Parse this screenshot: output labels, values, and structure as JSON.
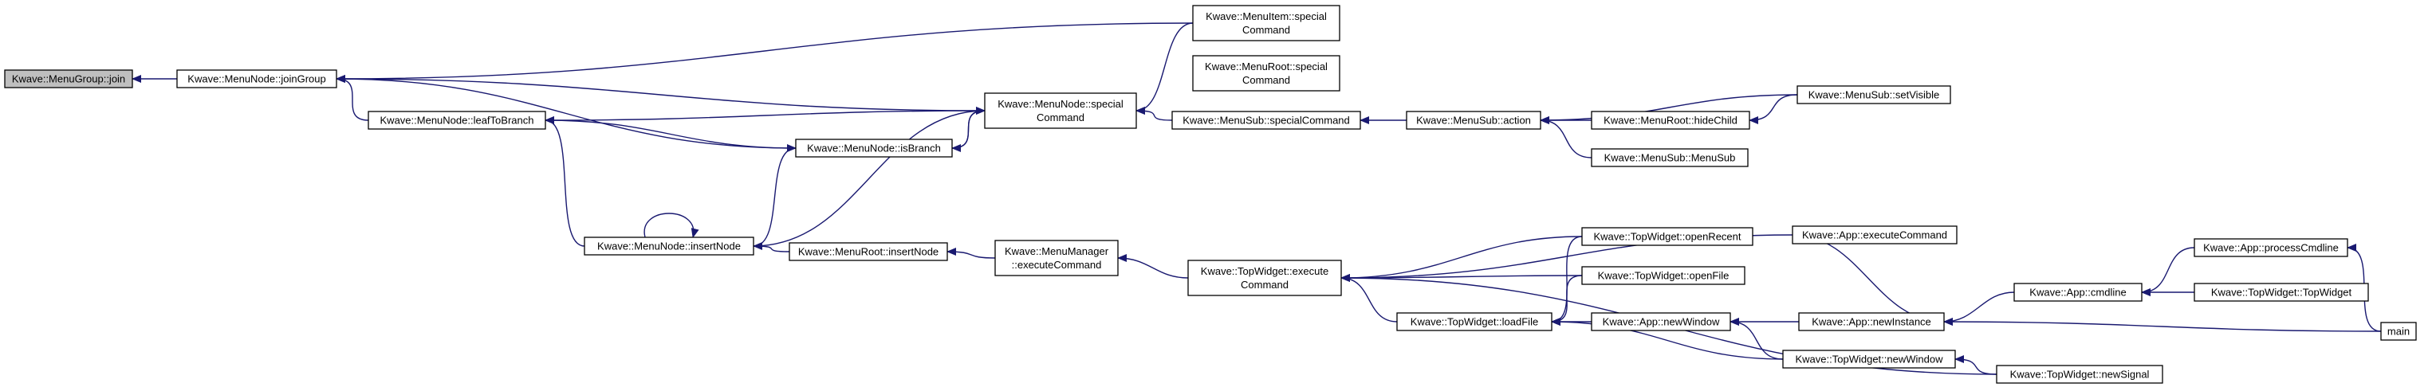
{
  "nodes": [
    {
      "id": "join",
      "lines": [
        "Kwave::MenuGroup::join"
      ],
      "root": true
    },
    {
      "id": "joinGroup",
      "lines": [
        "Kwave::MenuNode::joinGroup"
      ]
    },
    {
      "id": "leafToBranch",
      "lines": [
        "Kwave::MenuNode::leafToBranch"
      ]
    },
    {
      "id": "isBranch",
      "lines": [
        "Kwave::MenuNode::isBranch"
      ]
    },
    {
      "id": "insertNode",
      "lines": [
        "Kwave::MenuNode::insertNode"
      ]
    },
    {
      "id": "nodeSpecial",
      "lines": [
        "Kwave::MenuNode::special",
        "Command"
      ]
    },
    {
      "id": "itemSpecial",
      "lines": [
        "Kwave::MenuItem::special",
        "Command"
      ]
    },
    {
      "id": "rootSpecial",
      "lines": [
        "Kwave::MenuRoot::special",
        "Command"
      ]
    },
    {
      "id": "subSpecial",
      "lines": [
        "Kwave::MenuSub::specialCommand"
      ]
    },
    {
      "id": "subAction",
      "lines": [
        "Kwave::MenuSub::action"
      ]
    },
    {
      "id": "hideChild",
      "lines": [
        "Kwave::MenuRoot::hideChild"
      ]
    },
    {
      "id": "subMenuSub",
      "lines": [
        "Kwave::MenuSub::MenuSub"
      ]
    },
    {
      "id": "setVisible",
      "lines": [
        "Kwave::MenuSub::setVisible"
      ]
    },
    {
      "id": "rootInsert",
      "lines": [
        "Kwave::MenuRoot::insertNode"
      ]
    },
    {
      "id": "mmExec",
      "lines": [
        "Kwave::MenuManager",
        "::executeCommand"
      ]
    },
    {
      "id": "twExec",
      "lines": [
        "Kwave::TopWidget::execute",
        "Command"
      ]
    },
    {
      "id": "loadFile",
      "lines": [
        "Kwave::TopWidget::loadFile"
      ]
    },
    {
      "id": "openRecent",
      "lines": [
        "Kwave::TopWidget::openRecent"
      ]
    },
    {
      "id": "openFile",
      "lines": [
        "Kwave::TopWidget::openFile"
      ]
    },
    {
      "id": "appExec",
      "lines": [
        "Kwave::App::executeCommand"
      ]
    },
    {
      "id": "appNewWindow",
      "lines": [
        "Kwave::App::newWindow"
      ]
    },
    {
      "id": "twNewWindow",
      "lines": [
        "Kwave::TopWidget::newWindow"
      ]
    },
    {
      "id": "newInstance",
      "lines": [
        "Kwave::App::newInstance"
      ]
    },
    {
      "id": "cmdline",
      "lines": [
        "Kwave::App::cmdline"
      ]
    },
    {
      "id": "processCmdline",
      "lines": [
        "Kwave::App::processCmdline"
      ]
    },
    {
      "id": "twTopWidget",
      "lines": [
        "Kwave::TopWidget::TopWidget"
      ]
    },
    {
      "id": "newSignal",
      "lines": [
        "Kwave::TopWidget::newSignal"
      ]
    },
    {
      "id": "main",
      "lines": [
        "main"
      ]
    }
  ],
  "edges": [
    {
      "from": "joinGroup",
      "to": "join"
    },
    {
      "from": "leafToBranch",
      "to": "joinGroup"
    },
    {
      "from": "nodeSpecial",
      "to": "joinGroup"
    },
    {
      "from": "itemSpecial",
      "to": "joinGroup"
    },
    {
      "from": "isBranch",
      "to": "joinGroup"
    },
    {
      "from": "nodeSpecial",
      "to": "leafToBranch"
    },
    {
      "from": "isBranch",
      "to": "leafToBranch"
    },
    {
      "from": "insertNode",
      "to": "leafToBranch"
    },
    {
      "from": "nodeSpecial",
      "to": "isBranch"
    },
    {
      "from": "insertNode",
      "to": "isBranch"
    },
    {
      "from": "insertNode",
      "to": "insertNode"
    },
    {
      "from": "rootInsert",
      "to": "insertNode"
    },
    {
      "from": "itemSpecial",
      "to": "nodeSpecial"
    },
    {
      "from": "subSpecial",
      "to": "nodeSpecial"
    },
    {
      "from": "isBranch",
      "to": "nodeSpecial"
    },
    {
      "from": "insertNode",
      "to": "nodeSpecial"
    },
    {
      "from": "subAction",
      "to": "subSpecial"
    },
    {
      "from": "hideChild",
      "to": "subAction"
    },
    {
      "from": "subMenuSub",
      "to": "subAction"
    },
    {
      "from": "setVisible",
      "to": "subAction"
    },
    {
      "from": "setVisible",
      "to": "hideChild"
    },
    {
      "from": "mmExec",
      "to": "rootInsert"
    },
    {
      "from": "twExec",
      "to": "mmExec"
    },
    {
      "from": "appExec",
      "to": "twExec"
    },
    {
      "from": "loadFile",
      "to": "twExec"
    },
    {
      "from": "openRecent",
      "to": "twExec"
    },
    {
      "from": "openFile",
      "to": "twExec"
    },
    {
      "from": "newSignal",
      "to": "twExec"
    },
    {
      "from": "openRecent",
      "to": "loadFile"
    },
    {
      "from": "openFile",
      "to": "loadFile"
    },
    {
      "from": "appNewWindow",
      "to": "loadFile"
    },
    {
      "from": "twNewWindow",
      "to": "loadFile"
    },
    {
      "from": "newInstance",
      "to": "appExec"
    },
    {
      "from": "newInstance",
      "to": "appNewWindow"
    },
    {
      "from": "twNewWindow",
      "to": "appNewWindow"
    },
    {
      "from": "newSignal",
      "to": "twNewWindow"
    },
    {
      "from": "cmdline",
      "to": "newInstance"
    },
    {
      "from": "main",
      "to": "newInstance"
    },
    {
      "from": "processCmdline",
      "to": "cmdline"
    },
    {
      "from": "twTopWidget",
      "to": "cmdline"
    },
    {
      "from": "main",
      "to": "processCmdline"
    }
  ]
}
